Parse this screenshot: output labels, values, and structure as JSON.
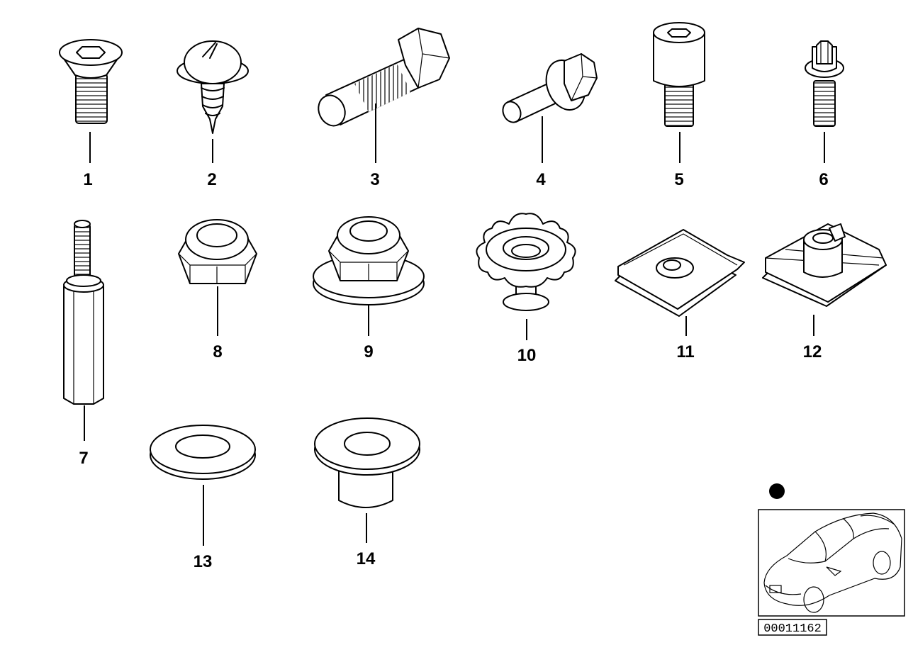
{
  "diagram": {
    "reference_number": "00011162",
    "items": [
      {
        "id": "1",
        "label": "1",
        "icon": "countersunk-hex-socket-screw-icon"
      },
      {
        "id": "2",
        "label": "2",
        "icon": "self-tapping-screw-with-washer-icon"
      },
      {
        "id": "3",
        "label": "3",
        "icon": "hex-bolt-icon"
      },
      {
        "id": "4",
        "label": "4",
        "icon": "hex-flange-bolt-icon"
      },
      {
        "id": "5",
        "label": "5",
        "icon": "socket-head-cap-screw-icon"
      },
      {
        "id": "6",
        "label": "6",
        "icon": "torx-head-screw-icon"
      },
      {
        "id": "7",
        "label": "7",
        "icon": "hex-standoff-stud-icon"
      },
      {
        "id": "8",
        "label": "8",
        "icon": "hex-lock-nut-icon"
      },
      {
        "id": "9",
        "label": "9",
        "icon": "hex-flange-nut-icon"
      },
      {
        "id": "10",
        "label": "10",
        "icon": "star-knob-nut-icon"
      },
      {
        "id": "11",
        "label": "11",
        "icon": "spring-clip-nut-icon"
      },
      {
        "id": "12",
        "label": "12",
        "icon": "cage-clip-nut-icon"
      },
      {
        "id": "13",
        "label": "13",
        "icon": "flat-washer-icon"
      },
      {
        "id": "14",
        "label": "14",
        "icon": "collar-bushing-icon"
      }
    ],
    "inset": {
      "icon": "vehicle-silhouette-icon",
      "marker_icon": "filled-dot-icon"
    }
  }
}
